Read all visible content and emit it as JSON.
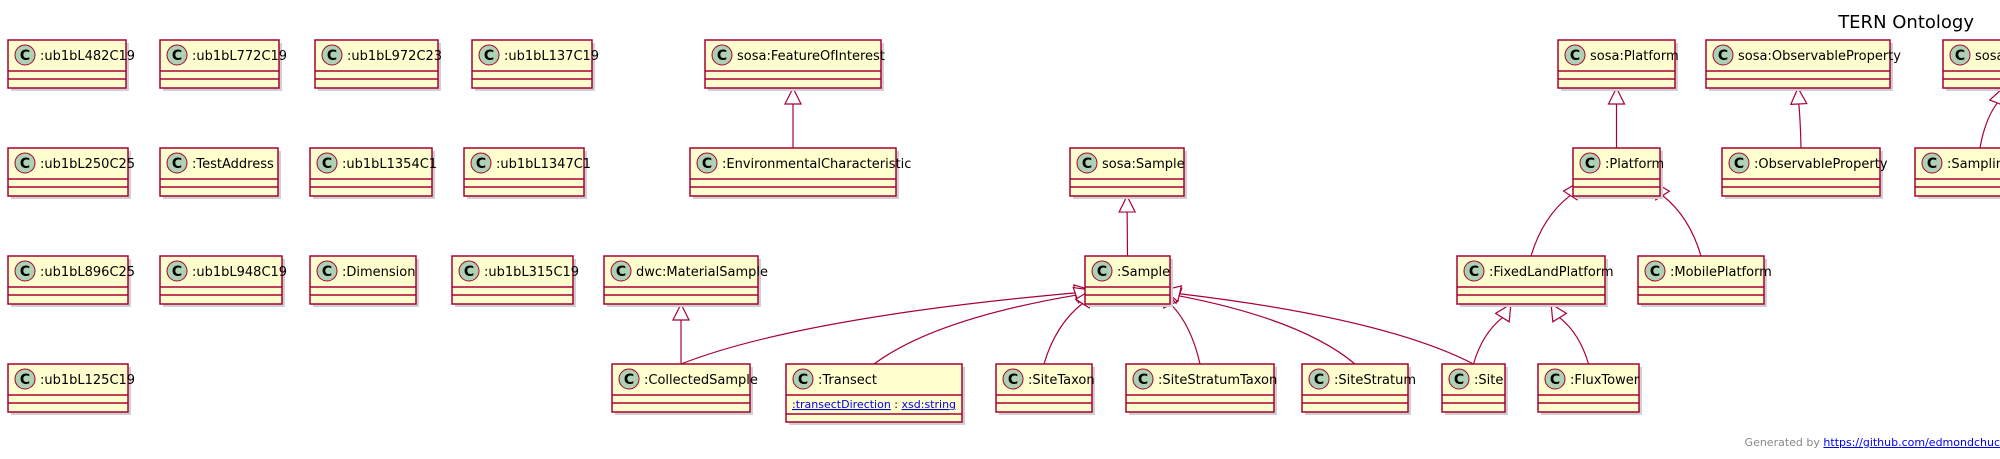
{
  "title": "TERN Ontology",
  "footer": {
    "prefix": "Generated by",
    "link": "https://github.com/edmondchuc"
  },
  "colors": {
    "box_fill": "#FEFECE",
    "box_stroke": "#A80036",
    "edge": "#A80036",
    "circle_fill": "#ADD1B2",
    "link": "#0000ee"
  },
  "classes": [
    {
      "id": "ub1bL482C19",
      "label": ":ub1bL482C19"
    },
    {
      "id": "ub1bL772C19",
      "label": ":ub1bL772C19"
    },
    {
      "id": "ub1bL972C23",
      "label": ":ub1bL972C23"
    },
    {
      "id": "ub1bL137C19",
      "label": ":ub1bL137C19"
    },
    {
      "id": "sosaFOI",
      "label": "sosa:FeatureOfInterest"
    },
    {
      "id": "sosaPlatform",
      "label": "sosa:Platform"
    },
    {
      "id": "sosaObsProp",
      "label": "sosa:ObservableProperty"
    },
    {
      "id": "sosaPoint",
      "label": "sosa:Point"
    },
    {
      "id": "ub1bL250C25",
      "label": ":ub1bL250C25"
    },
    {
      "id": "TestAddress",
      "label": ":TestAddress"
    },
    {
      "id": "ub1bL1354C1",
      "label": ":ub1bL1354C1"
    },
    {
      "id": "ub1bL1347C1",
      "label": ":ub1bL1347C1"
    },
    {
      "id": "EnvChar",
      "label": ":EnvironmentalCharacteristic"
    },
    {
      "id": "sosaSample",
      "label": "sosa:Sample"
    },
    {
      "id": "Platform",
      "label": ":Platform"
    },
    {
      "id": "ObsProp",
      "label": ":ObservableProperty"
    },
    {
      "id": "SamplingPoint",
      "label": ":SamplingPoint"
    },
    {
      "id": "ub1bL896C25",
      "label": ":ub1bL896C25"
    },
    {
      "id": "ub1bL948C19",
      "label": ":ub1bL948C19"
    },
    {
      "id": "Dimension",
      "label": ":Dimension"
    },
    {
      "id": "ub1bL315C19",
      "label": ":ub1bL315C19"
    },
    {
      "id": "dwcMaterialSample",
      "label": "dwc:MaterialSample"
    },
    {
      "id": "Sample",
      "label": ":Sample"
    },
    {
      "id": "FixedLandPlatform",
      "label": ":FixedLandPlatform"
    },
    {
      "id": "MobilePlatform",
      "label": ":MobilePlatform"
    },
    {
      "id": "ub1bL125C19",
      "label": ":ub1bL125C19"
    },
    {
      "id": "CollectedSample",
      "label": ":CollectedSample"
    },
    {
      "id": "Transect",
      "label": ":Transect",
      "attribute": {
        "name": ":transectDirection",
        "sep": ":",
        "type": "xsd:string"
      }
    },
    {
      "id": "SiteTaxon",
      "label": ":SiteTaxon"
    },
    {
      "id": "SiteStratumTaxon",
      "label": ":SiteStratumTaxon"
    },
    {
      "id": "SiteStratum",
      "label": ":SiteStratum"
    },
    {
      "id": "Site",
      "label": ":Site"
    },
    {
      "id": "FluxTower",
      "label": ":FluxTower"
    }
  ],
  "edges": [
    {
      "from": "EnvChar",
      "to": "sosaFOI"
    },
    {
      "from": "Platform",
      "to": "sosaPlatform"
    },
    {
      "from": "ObsProp",
      "to": "sosaObsProp"
    },
    {
      "from": "SamplingPoint",
      "to": "sosaPoint"
    },
    {
      "from": "Sample",
      "to": "sosaSample"
    },
    {
      "from": "FixedLandPlatform",
      "to": "Platform"
    },
    {
      "from": "MobilePlatform",
      "to": "Platform"
    },
    {
      "from": "CollectedSample",
      "to": "dwcMaterialSample"
    },
    {
      "from": "CollectedSample",
      "to": "Sample"
    },
    {
      "from": "Transect",
      "to": "Sample"
    },
    {
      "from": "SiteTaxon",
      "to": "Sample"
    },
    {
      "from": "SiteStratumTaxon",
      "to": "Sample"
    },
    {
      "from": "SiteStratum",
      "to": "Sample"
    },
    {
      "from": "Site",
      "to": "Sample"
    },
    {
      "from": "Site",
      "to": "FixedLandPlatform"
    },
    {
      "from": "FluxTower",
      "to": "FixedLandPlatform"
    }
  ]
}
